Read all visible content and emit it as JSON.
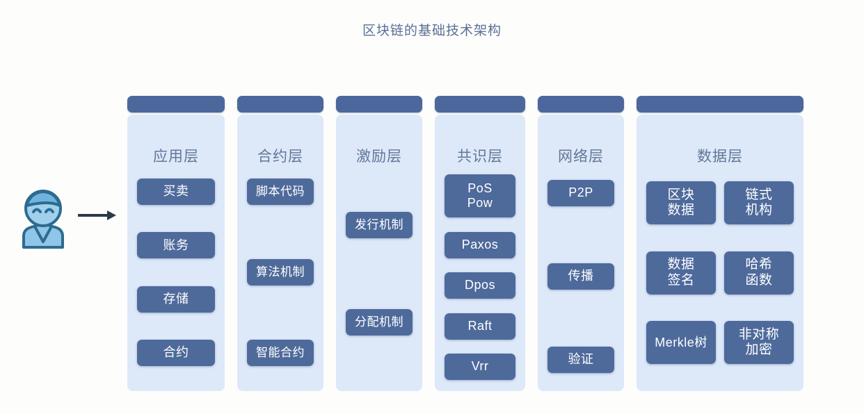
{
  "title": "区块链的基础技术架构",
  "colors": {
    "page_background": "#fdfdfc",
    "column_background": "#dde9f9",
    "column_cap": "#4c679b",
    "chip_fill": "#4e6a9b",
    "chip_text": "#ffffff",
    "title_text": "#5b6f95",
    "layer_title_text": "#627697",
    "actor_fill": "#8ec5e8",
    "actor_stroke": "#2d6b8f",
    "arrow": "#2a3a4a"
  },
  "actor": {
    "icon": "user-avatar-icon",
    "arrow_icon": "arrow-right-icon"
  },
  "layers": [
    {
      "id": "application",
      "title": "应用层",
      "items": [
        "买卖",
        "账务",
        "存储",
        "合约"
      ]
    },
    {
      "id": "contract",
      "title": "合约层",
      "items": [
        "脚本代码",
        "算法机制",
        "智能合约"
      ]
    },
    {
      "id": "incentive",
      "title": "激励层",
      "items": [
        "发行机制",
        "分配机制"
      ]
    },
    {
      "id": "consensus",
      "title": "共识层",
      "items": [
        "PoS\nPow",
        "Paxos",
        "Dpos",
        "Raft",
        "Vrr"
      ]
    },
    {
      "id": "network",
      "title": "网络层",
      "items": [
        "P2P",
        "传播",
        "验证"
      ]
    },
    {
      "id": "data",
      "title": "数据层",
      "items": [
        "区块\n数据",
        "链式\n机构",
        "数据\n签名",
        "哈希\n函数",
        "Merkle树",
        "非对称\n加密"
      ]
    }
  ]
}
